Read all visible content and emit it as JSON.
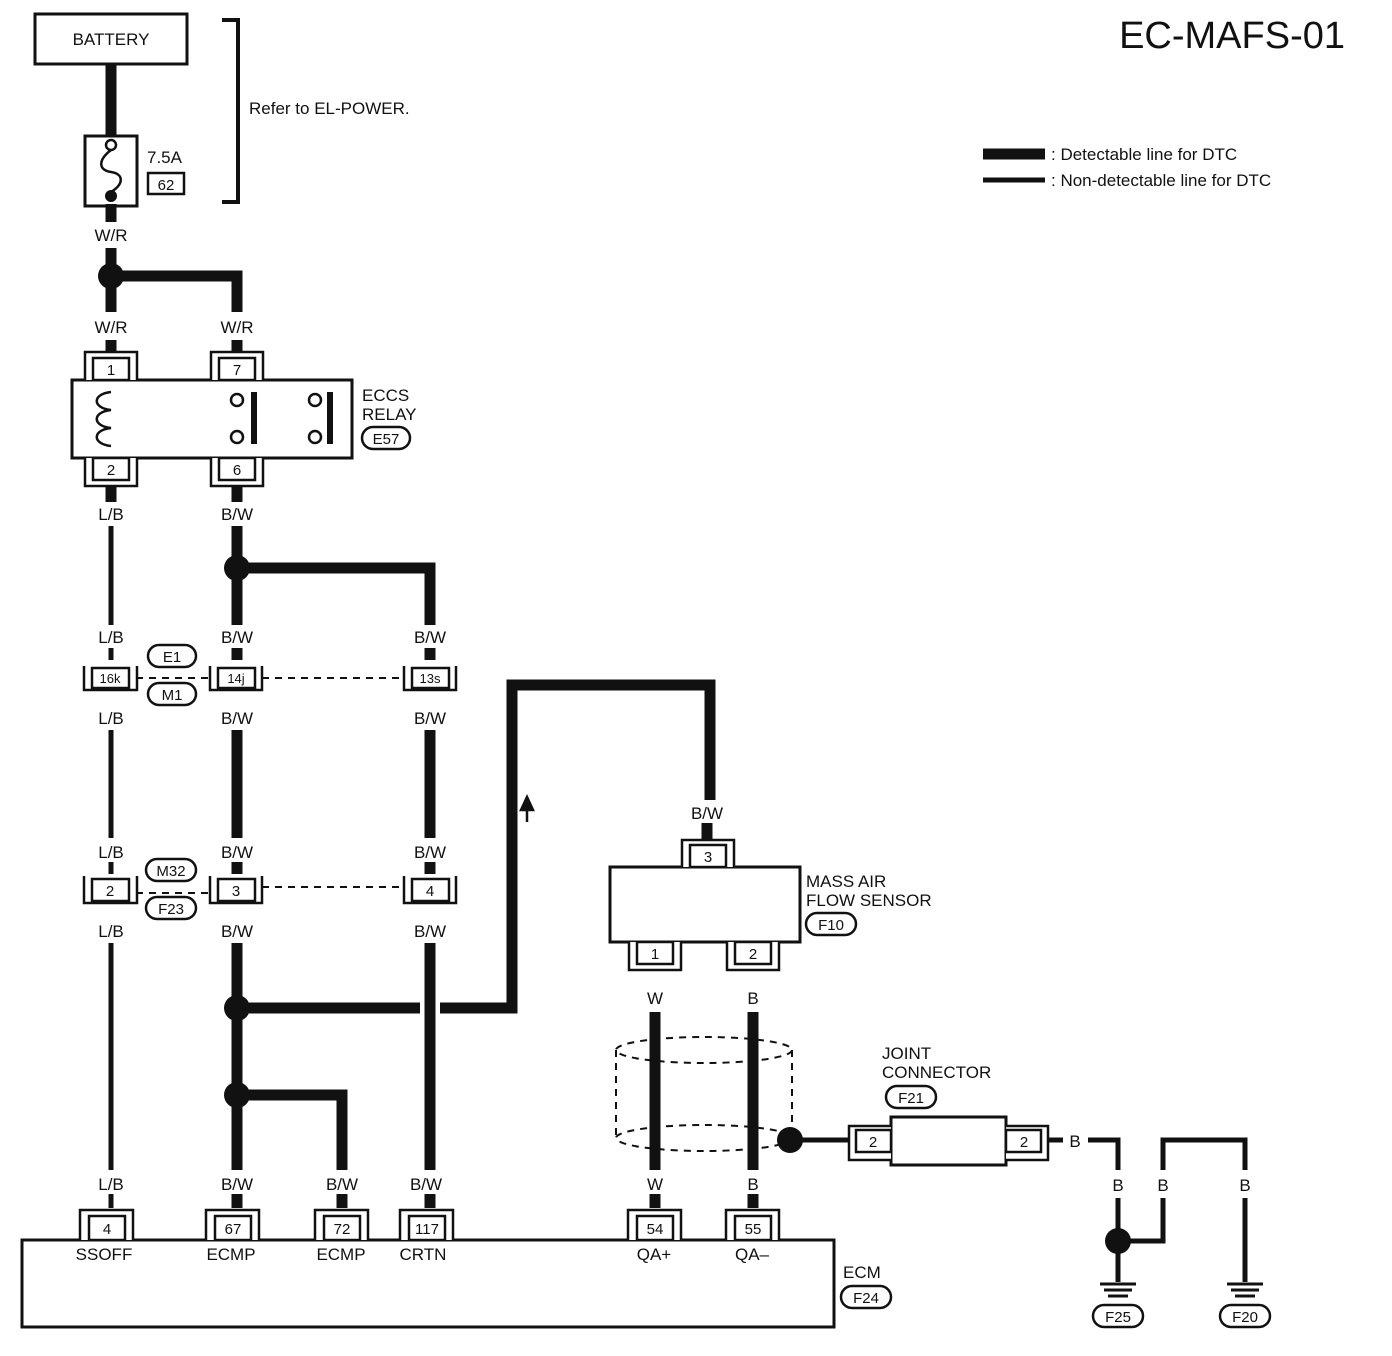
{
  "page_title": "EC-MAFS-01",
  "battery": {
    "label": "BATTERY"
  },
  "refer_note": "Refer to EL-POWER.",
  "fuse": {
    "rating": "7.5A",
    "number": "62"
  },
  "legend": {
    "detectable": ": Detectable line for DTC",
    "non_detectable": ": Non-detectable line for DTC"
  },
  "wire_colors": {
    "wr": "W/R",
    "lb": "L/B",
    "bw": "B/W",
    "w": "W",
    "b": "B"
  },
  "eccs_relay": {
    "name_line1": "ECCS",
    "name_line2": "RELAY",
    "connector": "E57",
    "pins": {
      "p1": "1",
      "p7": "7",
      "p2": "2",
      "p6": "6"
    }
  },
  "harness_connector_1": {
    "upper_id": "E1",
    "lower_id": "M1",
    "pins": {
      "a": "16k",
      "b": "14j",
      "c": "13s"
    }
  },
  "harness_connector_2": {
    "upper_id": "M32",
    "lower_id": "F23",
    "pins": {
      "a": "2",
      "b": "3",
      "c": "4"
    }
  },
  "maf_sensor": {
    "name_line1": "MASS AIR",
    "name_line2": "FLOW SENSOR",
    "connector": "F10",
    "pins": {
      "p3": "3",
      "p1": "1",
      "p2": "2"
    }
  },
  "joint_connector": {
    "name_line1": "JOINT",
    "name_line2": "CONNECTOR",
    "connector": "F21",
    "pins": {
      "left": "2",
      "right": "2"
    }
  },
  "ecm": {
    "name": "ECM",
    "connector": "F24",
    "terminals": [
      {
        "pin": "4",
        "signal": "SSOFF"
      },
      {
        "pin": "67",
        "signal": "ECMP"
      },
      {
        "pin": "72",
        "signal": "ECMP"
      },
      {
        "pin": "117",
        "signal": "CRTN"
      },
      {
        "pin": "54",
        "signal": "QA+"
      },
      {
        "pin": "55",
        "signal": "QA–"
      }
    ]
  },
  "grounds": {
    "g1": "F25",
    "g2": "F20"
  }
}
